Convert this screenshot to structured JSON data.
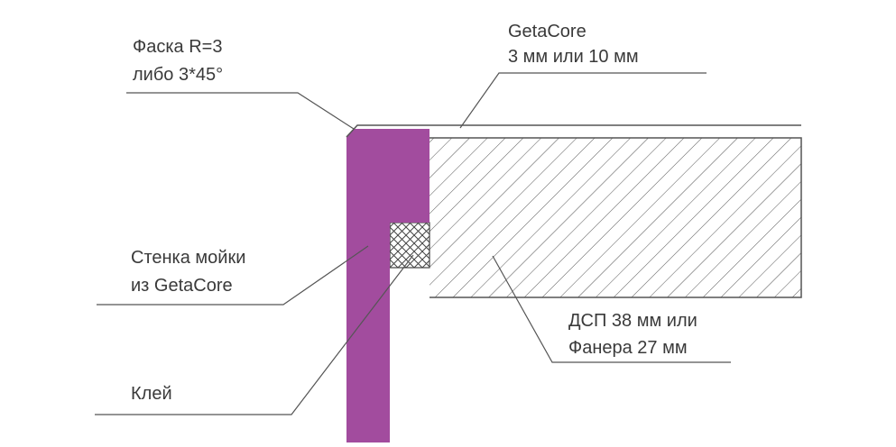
{
  "labels": {
    "chamfer_line1": "Фаска R=3",
    "chamfer_line2": "либо 3*45°",
    "top_line1": "GetaCore",
    "top_line2": "3 мм или 10 мм",
    "wall_line1": "Стенка мойки",
    "wall_line2": "из GetaCore",
    "glue": "Клей",
    "board_line1": "ДСП 38 мм или",
    "board_line2": "Фанера 27 мм"
  },
  "colors": {
    "getacore": "#a24c9e",
    "lines": "#555555",
    "text": "#3a3a3a"
  }
}
